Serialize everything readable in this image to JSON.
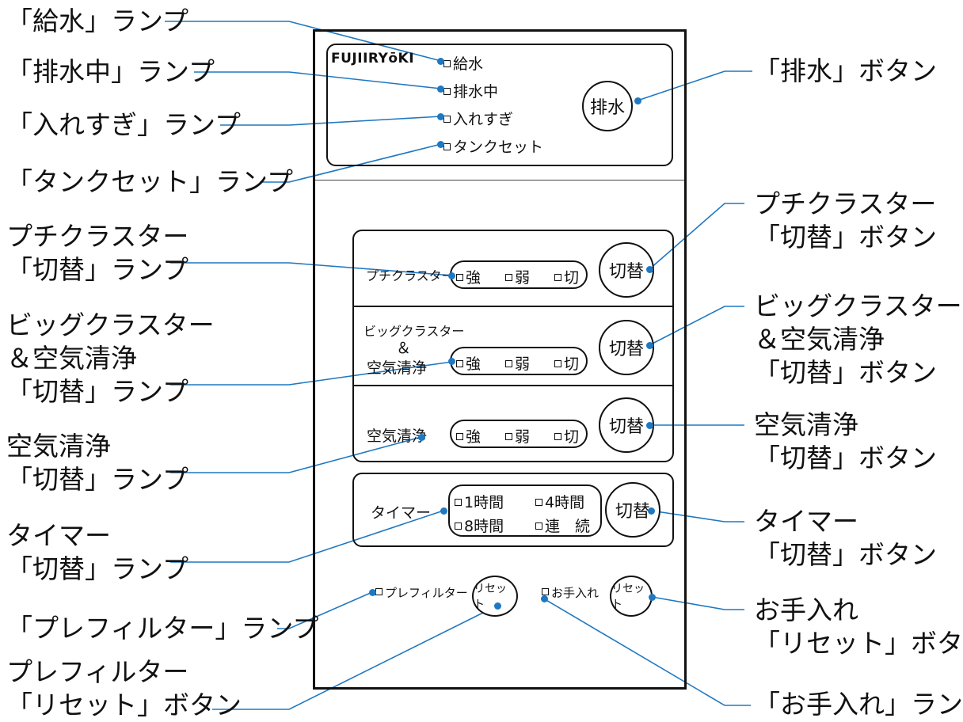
{
  "callouts_left": {
    "water_supply_lamp": "「給水」ランプ",
    "draining_lamp": "「排水中」ランプ",
    "overfill_lamp": "「入れすぎ」ランプ",
    "tank_set_lamp": "「タンクセット」ランプ",
    "petit_lamp": [
      "プチクラスター",
      "「切替」ランプ"
    ],
    "big_lamp": [
      "ビッグクラスター",
      "＆空気清浄",
      "「切替」ランプ"
    ],
    "air_lamp": [
      "空気清浄",
      "「切替」ランプ"
    ],
    "timer_lamp": [
      "タイマー",
      "「切替」ランプ"
    ],
    "prefilter_lamp": "「プレフィルター」ランプ",
    "prefilter_reset": [
      "プレフィルター",
      "「リセット」ボタン"
    ]
  },
  "callouts_right": {
    "drain_button": "「排水」ボタン",
    "petit_button": [
      "プチクラスター",
      "「切替」ボタン"
    ],
    "big_button": [
      "ビッグクラスター",
      "＆空気清浄",
      "「切替」ボタン"
    ],
    "air_button": [
      "空気清浄",
      "「切替」ボタン"
    ],
    "timer_button": [
      "タイマー",
      "「切替」ボタン"
    ],
    "care_reset": [
      "お手入れ",
      "「リセット」ボタン"
    ],
    "care_lamp": "「お手入れ」ランプ"
  },
  "panel": {
    "brand": "FUJIIRYōKI",
    "top_lamps": [
      "給水",
      "排水中",
      "入れすぎ",
      "タンクセット"
    ],
    "drain_button": "排水",
    "switch_button": "切替",
    "petit_label": "プチクラスター",
    "big_label_1": "ビッグクラスター",
    "big_label_2": "＆",
    "big_label_3": "空気清浄",
    "air_label": "空気清浄",
    "levels": [
      "強",
      "弱",
      "切"
    ],
    "timer_label": "タイマー",
    "timer_options": [
      "1時間",
      "4時間",
      "8時間",
      "連　続"
    ],
    "prefilter_label": "プレフィルター",
    "care_label": "お手入れ",
    "reset_button": "リセット"
  },
  "colors": {
    "leader": "#1f78c1",
    "outline": "#111111"
  }
}
